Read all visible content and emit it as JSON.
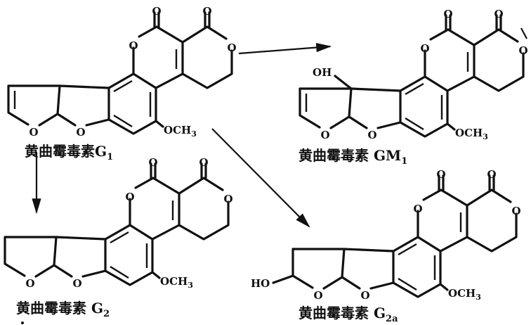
{
  "atoms": {
    "oxygen": "O"
  },
  "molecules": [
    {
      "id": "g1",
      "name": "黄曲霉毒素G",
      "sub": "1",
      "unsaturated": true,
      "substituent": null,
      "methoxy": "OCH",
      "methoxy_sub": "3"
    },
    {
      "id": "gm1",
      "name": "黄曲霉毒素 GM",
      "sub": "1",
      "unsaturated": true,
      "substituent": "OH",
      "methoxy": "OCH",
      "methoxy_sub": "3"
    },
    {
      "id": "g2",
      "name": "黄曲霉毒素 G",
      "sub": "2",
      "unsaturated": false,
      "substituent": null,
      "methoxy": "OCH",
      "methoxy_sub": "3"
    },
    {
      "id": "g2a",
      "name": "黄曲霉毒素 G",
      "sub": "2a",
      "unsaturated": false,
      "substituent": "HO",
      "methoxy": "OCH",
      "methoxy_sub": "3"
    }
  ],
  "reactions": [
    {
      "from": "g1",
      "to": "gm1"
    },
    {
      "from": "g1",
      "to": "g2"
    },
    {
      "from": "g1",
      "to": "g2a"
    }
  ]
}
